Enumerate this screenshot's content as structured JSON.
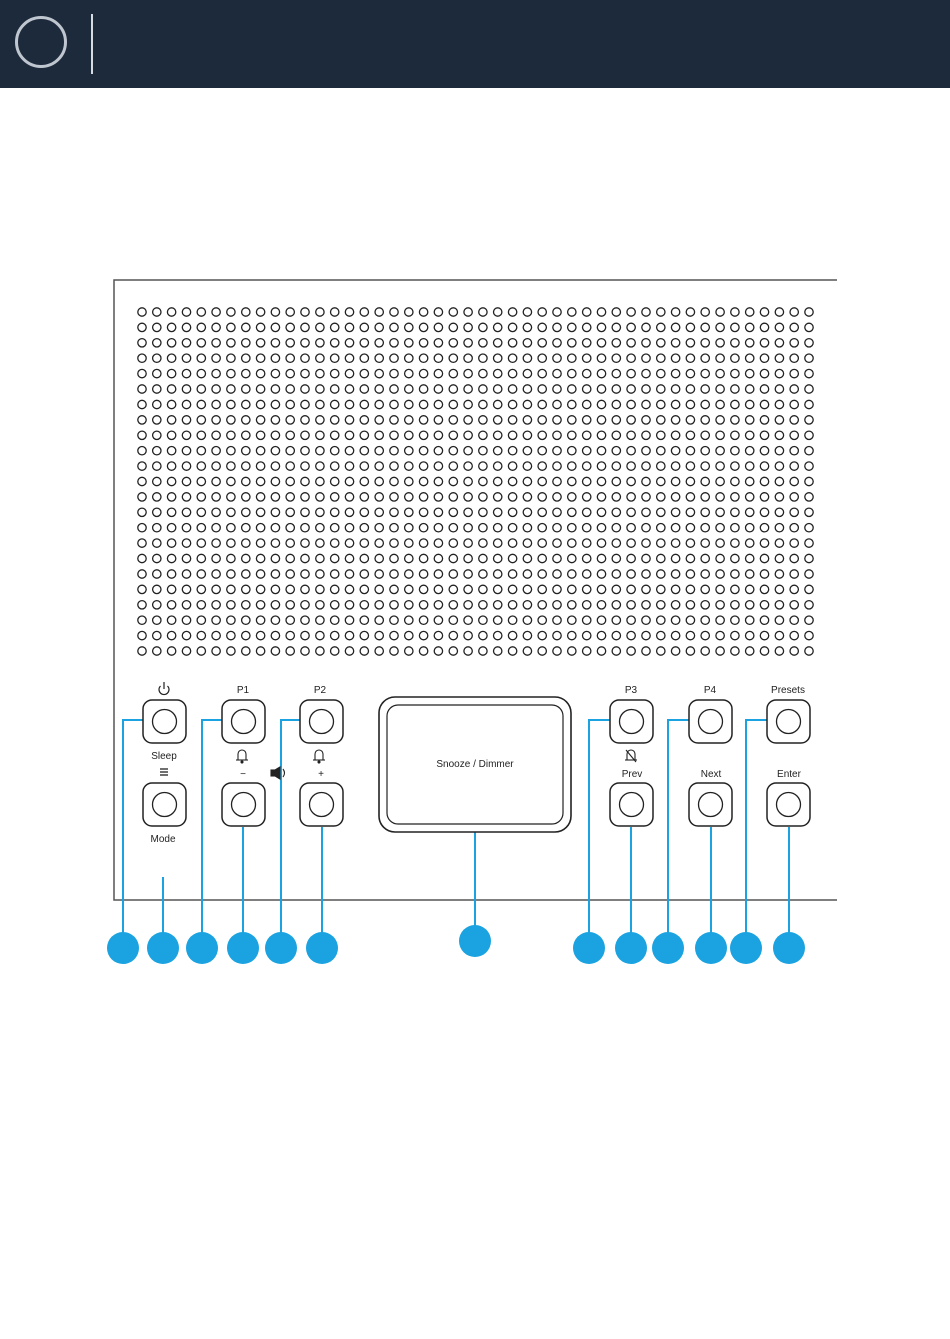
{
  "colors": {
    "header_bg": "#1c2a3b",
    "callout": "#1aa3e0",
    "line": "#222222",
    "speaker_hole": "#222222"
  },
  "header": {
    "icon": "circle-outline-icon"
  },
  "device": {
    "speaker_grille": {
      "rows": 23,
      "columns": 46
    },
    "buttons": {
      "power_icon": "power-icon",
      "sleep": "Sleep",
      "menu_icon": "menu-lines-icon",
      "mode": "Mode",
      "p1": "P1",
      "alarm1_icon": "alarm-bell-1-icon",
      "minus": "−",
      "volume_icon": "speaker-volume-icon",
      "p2": "P2",
      "alarm2_icon": "alarm-bell-2-icon",
      "plus": "+",
      "snooze": "Snooze / Dimmer",
      "p3": "P3",
      "alarm_off_icon": "alarm-off-icon",
      "prev": "Prev",
      "p4": "P4",
      "next": "Next",
      "presets": "Presets",
      "enter": "Enter"
    },
    "callout_count": 13
  }
}
